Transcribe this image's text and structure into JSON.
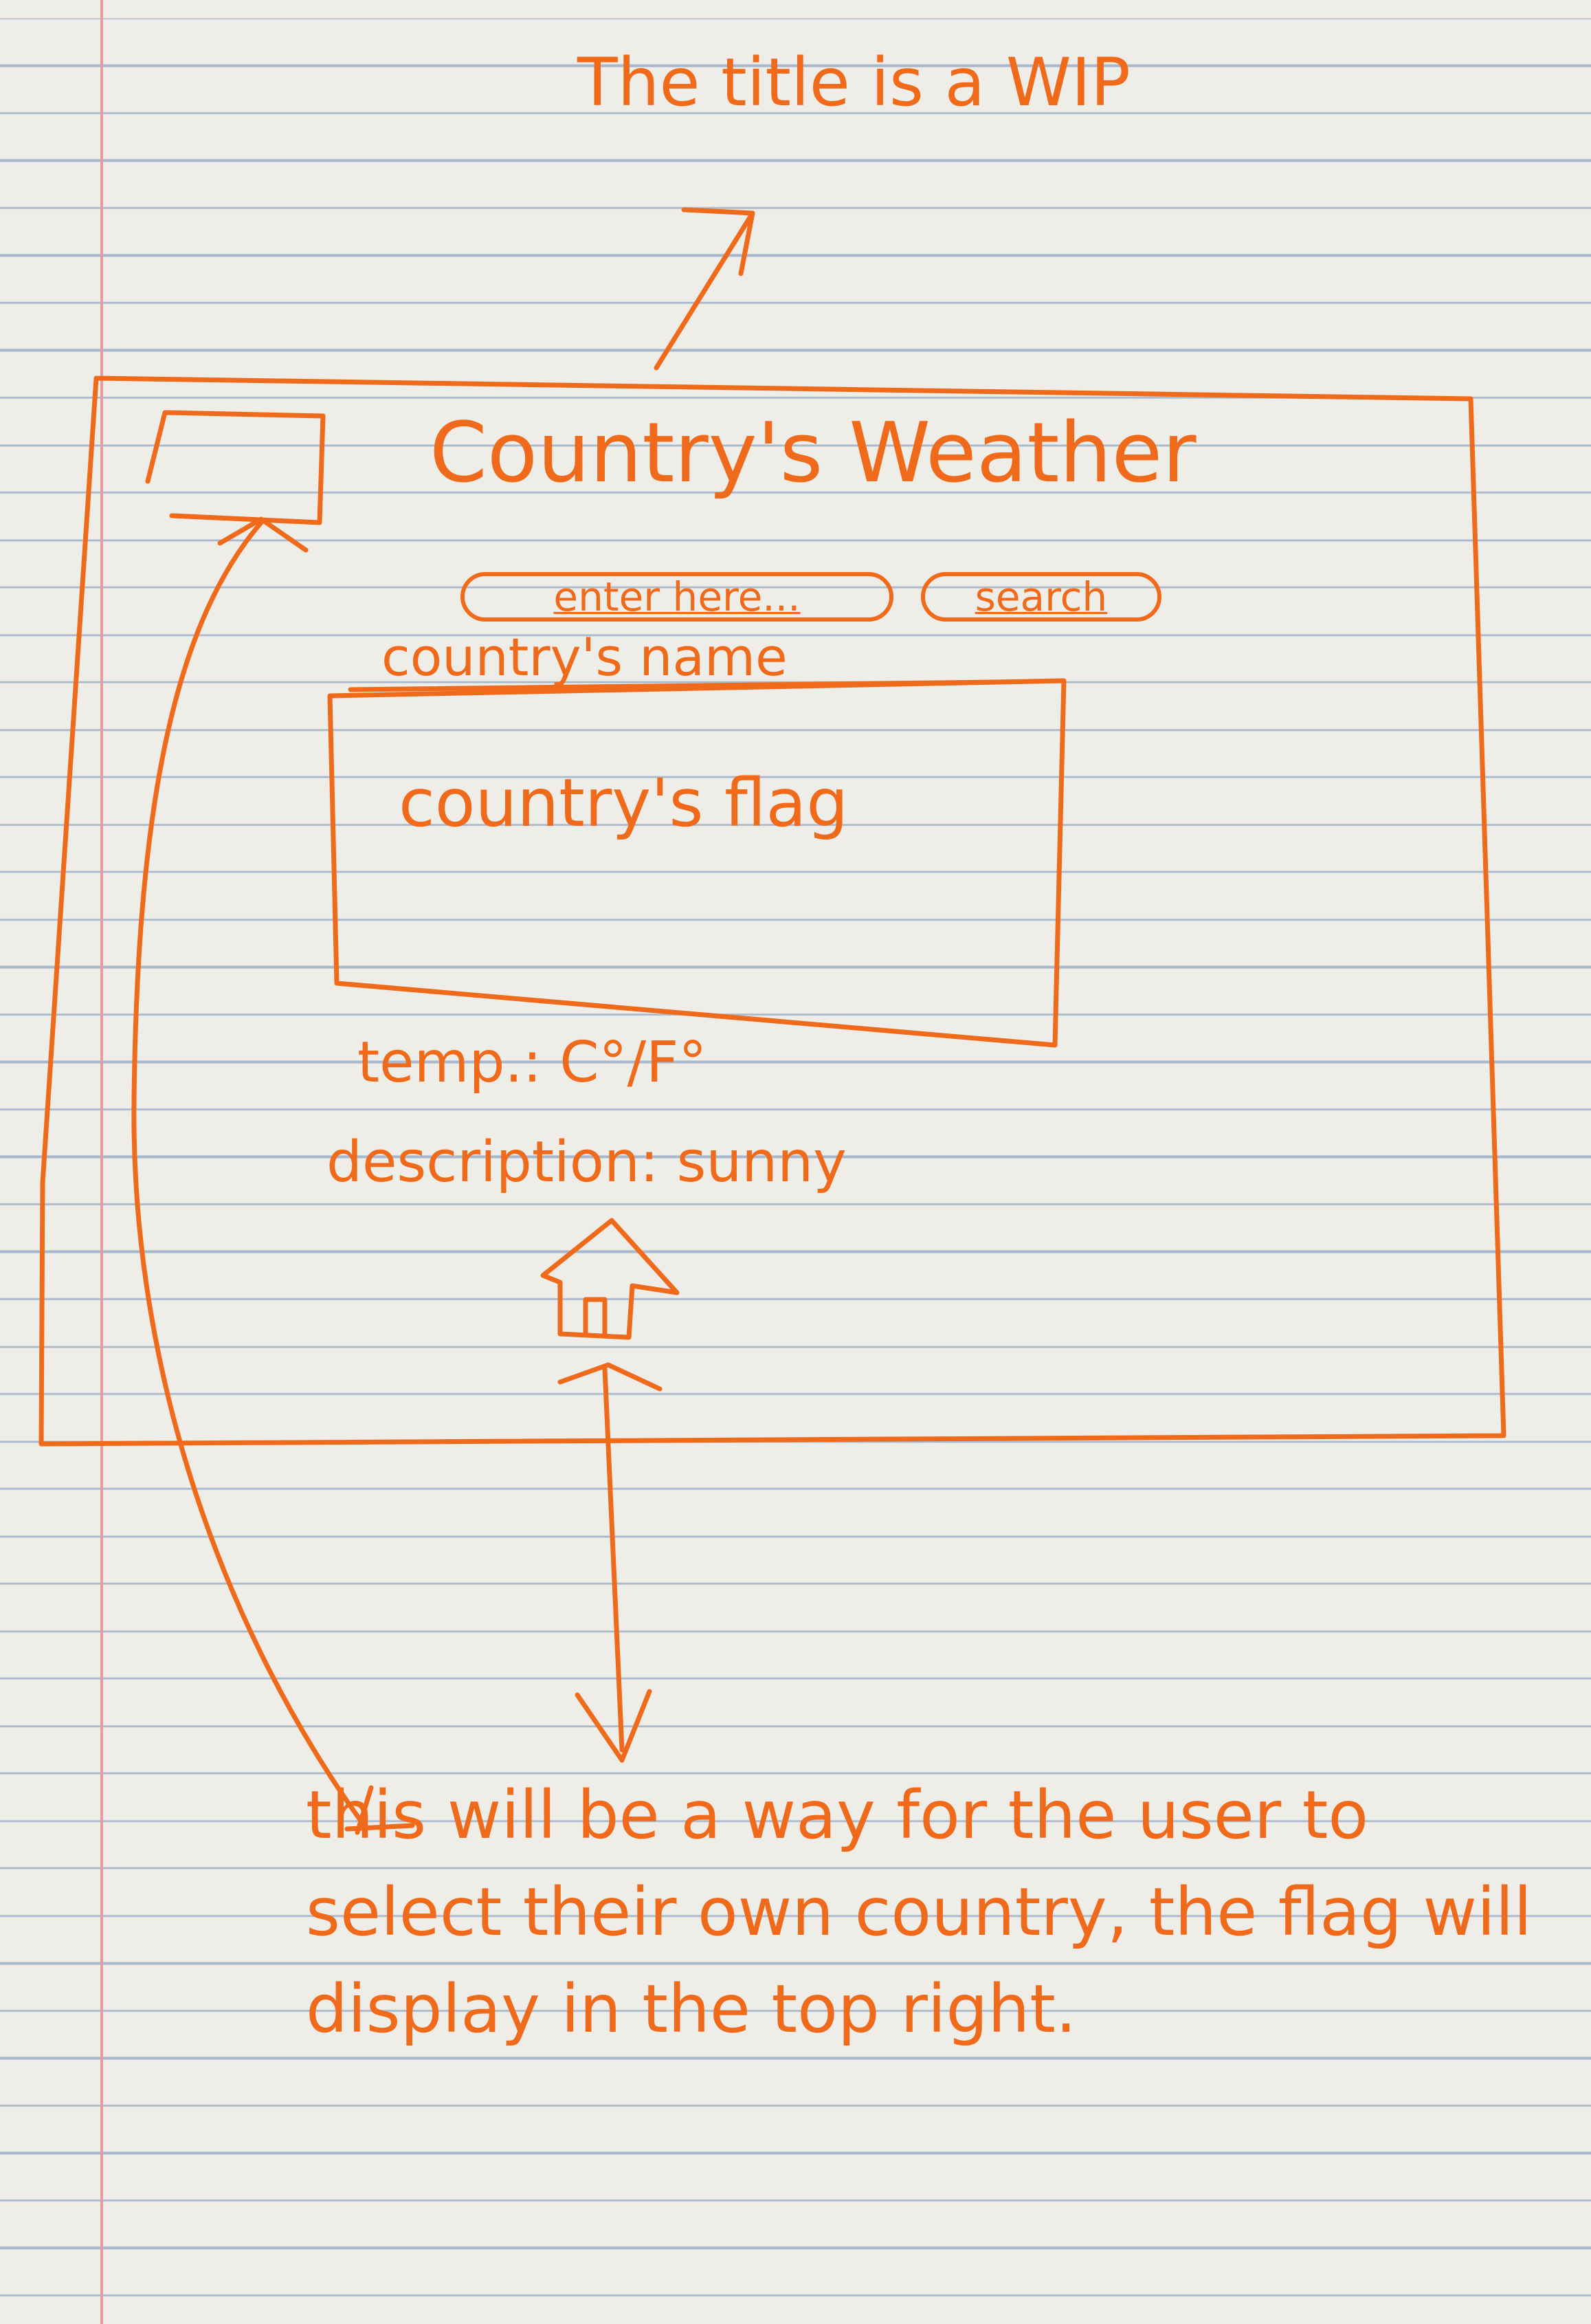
{
  "top_note": "The title is a WIP",
  "app": {
    "title": "Country's Weather",
    "search_placeholder": "enter here...",
    "search_button": "search",
    "country_name": "country's name",
    "flag_placeholder": "country's flag",
    "temperature": "temp.: C°/F°",
    "description": "description: sunny"
  },
  "bottom_note": "this will be a way for the user to select their own country, the flag will display in the top right.",
  "colors": {
    "ink": "#ef6a1a",
    "paper": "#efede7",
    "rule_line": "#a8b8cc",
    "margin_line": "#e79aa0"
  },
  "icons": [
    "home-icon"
  ]
}
